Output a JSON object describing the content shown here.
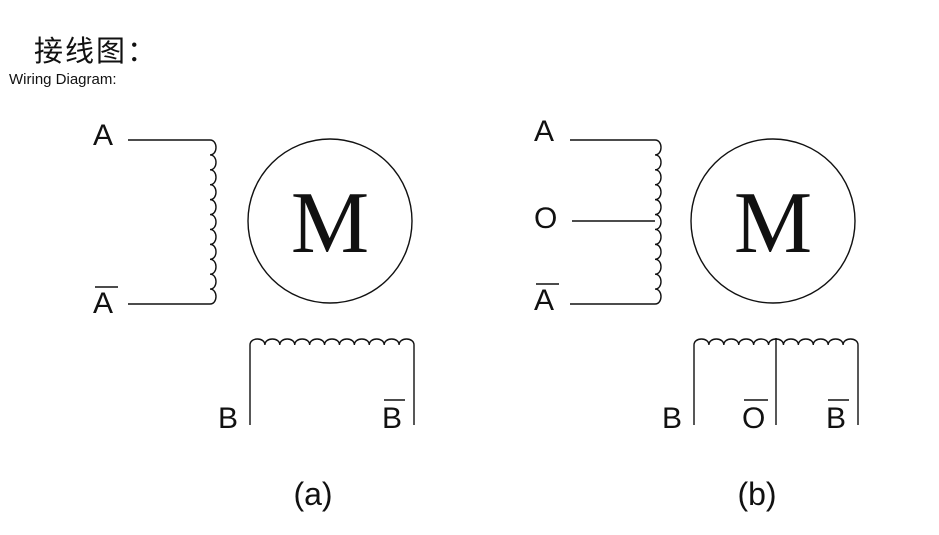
{
  "title": {
    "cn": "接线图：",
    "en": "Wiring Diagram:"
  },
  "diagram_a": {
    "motor_label": "M",
    "caption": "(a)",
    "terminals": {
      "a": "A",
      "a_bar": "A",
      "b": "B",
      "b_bar": "B"
    }
  },
  "diagram_b": {
    "motor_label": "M",
    "caption": "(b)",
    "terminals": {
      "a": "A",
      "o": "O",
      "a_bar": "A",
      "b": "B",
      "o_bar": "O",
      "b_bar": "B"
    }
  }
}
